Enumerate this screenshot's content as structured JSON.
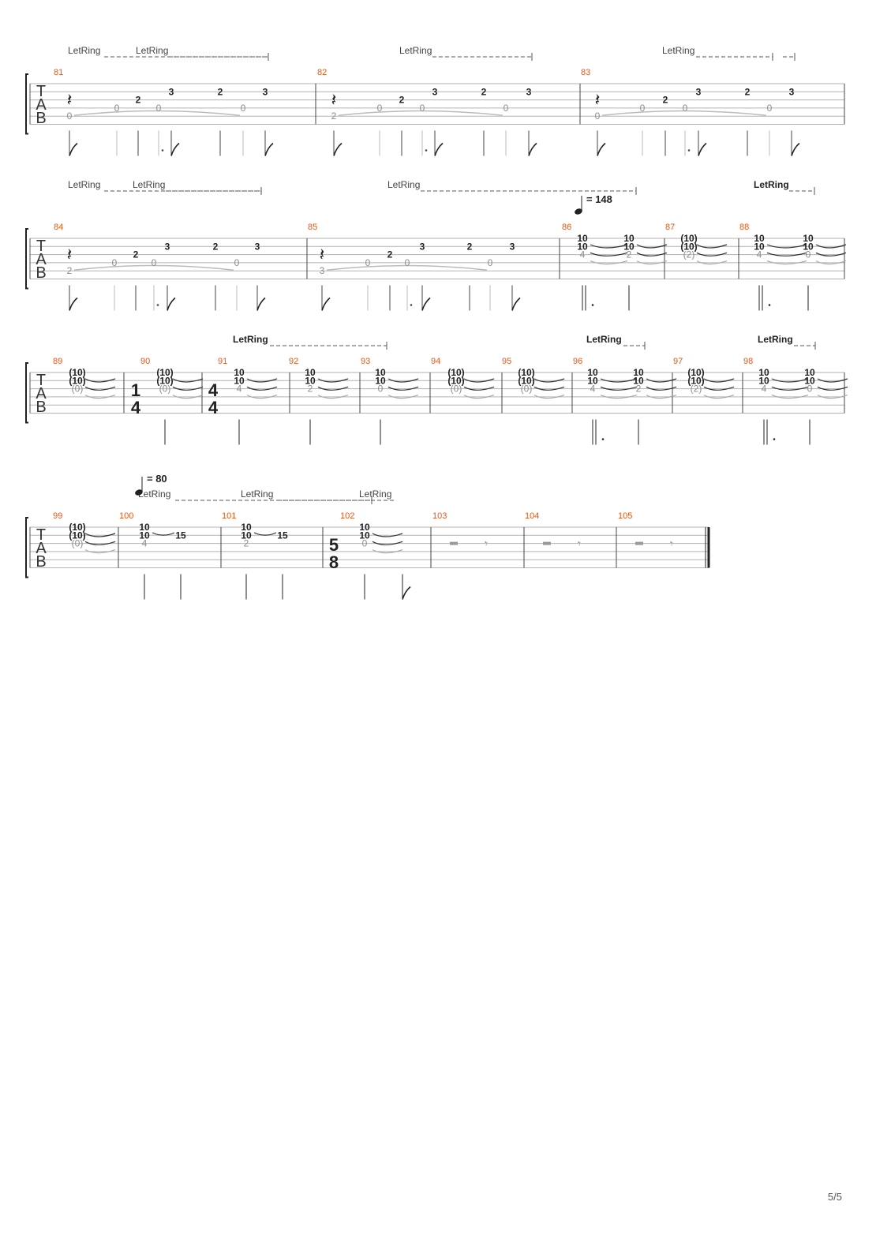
{
  "page": {
    "number": "5/5"
  },
  "labels": {
    "let_ring": "LetRing",
    "tab_letters": [
      "T",
      "A",
      "B"
    ]
  },
  "colors": {
    "measure_number": "#e2581c",
    "string_line": "#b3b3b3",
    "note_dark": "#222222",
    "note_light": "#8c8c8c"
  },
  "tempo_marks": [
    {
      "system": 2,
      "measure": "86",
      "value": "= 148"
    },
    {
      "system": 4,
      "measure": "100",
      "value": "= 80"
    }
  ],
  "time_signatures": [
    {
      "measure": "90",
      "top": "1",
      "bottom": "4"
    },
    {
      "measure": "91",
      "top": "4",
      "bottom": "4"
    },
    {
      "measure": "102",
      "top": "5",
      "bottom": "8"
    }
  ],
  "systems": [
    {
      "measures": [
        {
          "number": "81",
          "notes": [
            [
              "r"
            ],
            [
              "0"
            ],
            [
              "2"
            ],
            [
              "0"
            ],
            [
              "3"
            ],
            [
              "2"
            ],
            [
              "0"
            ],
            [
              "3"
            ]
          ],
          "bass": "0"
        },
        {
          "number": "82",
          "notes": [
            [
              "r"
            ],
            [
              "0"
            ],
            [
              "2"
            ],
            [
              "0"
            ],
            [
              "3"
            ],
            [
              "2"
            ],
            [
              "0"
            ],
            [
              "3"
            ]
          ],
          "bass": "2"
        },
        {
          "number": "83",
          "notes": [
            [
              "r"
            ],
            [
              "0"
            ],
            [
              "2"
            ],
            [
              "0"
            ],
            [
              "3"
            ],
            [
              "2"
            ],
            [
              "0"
            ],
            [
              "3"
            ]
          ],
          "bass": "0"
        }
      ]
    },
    {
      "measures": [
        {
          "number": "84",
          "notes": [
            [
              "r"
            ],
            [
              "0"
            ],
            [
              "2"
            ],
            [
              "0"
            ],
            [
              "3"
            ],
            [
              "2"
            ],
            [
              "0"
            ],
            [
              "3"
            ]
          ],
          "bass": "2"
        },
        {
          "number": "85",
          "notes": [
            [
              "r"
            ],
            [
              "0"
            ],
            [
              "2"
            ],
            [
              "0"
            ],
            [
              "3"
            ],
            [
              "2"
            ],
            [
              "0"
            ],
            [
              "3"
            ]
          ],
          "bass": "3"
        },
        {
          "number": "86",
          "chords": [
            [
              "10",
              "10",
              "4"
            ],
            [
              "10",
              "10",
              "2"
            ]
          ]
        },
        {
          "number": "87",
          "chords": [
            [
              "(10)",
              "(10)",
              "(2)"
            ]
          ]
        },
        {
          "number": "88",
          "chords": [
            [
              "10",
              "10",
              "4"
            ],
            [
              "10",
              "10",
              "0"
            ]
          ]
        }
      ]
    },
    {
      "measures": [
        {
          "number": "89",
          "chords": [
            [
              "(10)",
              "(10)",
              "(0)"
            ]
          ]
        },
        {
          "number": "90",
          "chords": [
            [
              "(10)",
              "(10)",
              "(0)"
            ]
          ]
        },
        {
          "number": "91",
          "chords": [
            [
              "10",
              "10",
              "4"
            ]
          ]
        },
        {
          "number": "92",
          "chords": [
            [
              "10",
              "10",
              "2"
            ]
          ]
        },
        {
          "number": "93",
          "chords": [
            [
              "10",
              "10",
              "0"
            ]
          ]
        },
        {
          "number": "94",
          "chords": [
            [
              "(10)",
              "(10)",
              "(0)"
            ]
          ]
        },
        {
          "number": "95",
          "chords": [
            [
              "(10)",
              "(10)",
              "(0)"
            ]
          ]
        },
        {
          "number": "96",
          "chords": [
            [
              "10",
              "10",
              "4"
            ],
            [
              "10",
              "10",
              "2"
            ]
          ]
        },
        {
          "number": "97",
          "chords": [
            [
              "(10)",
              "(10)",
              "(2)"
            ]
          ]
        },
        {
          "number": "98",
          "chords": [
            [
              "10",
              "10",
              "4"
            ],
            [
              "10",
              "10",
              "0"
            ]
          ]
        }
      ]
    },
    {
      "measures": [
        {
          "number": "99",
          "chords": [
            [
              "(10)",
              "(10)",
              "(0)"
            ]
          ]
        },
        {
          "number": "100",
          "chords": [
            [
              "10",
              "10",
              "4"
            ]
          ],
          "slide_to": "15"
        },
        {
          "number": "101",
          "chords": [
            [
              "10",
              "10",
              "2"
            ]
          ],
          "slide_to": "15"
        },
        {
          "number": "102",
          "chords": [
            [
              "10",
              "10",
              "0"
            ]
          ]
        },
        {
          "number": "103",
          "rest": true
        },
        {
          "number": "104",
          "rest": true
        },
        {
          "number": "105",
          "rest": true
        }
      ]
    }
  ]
}
